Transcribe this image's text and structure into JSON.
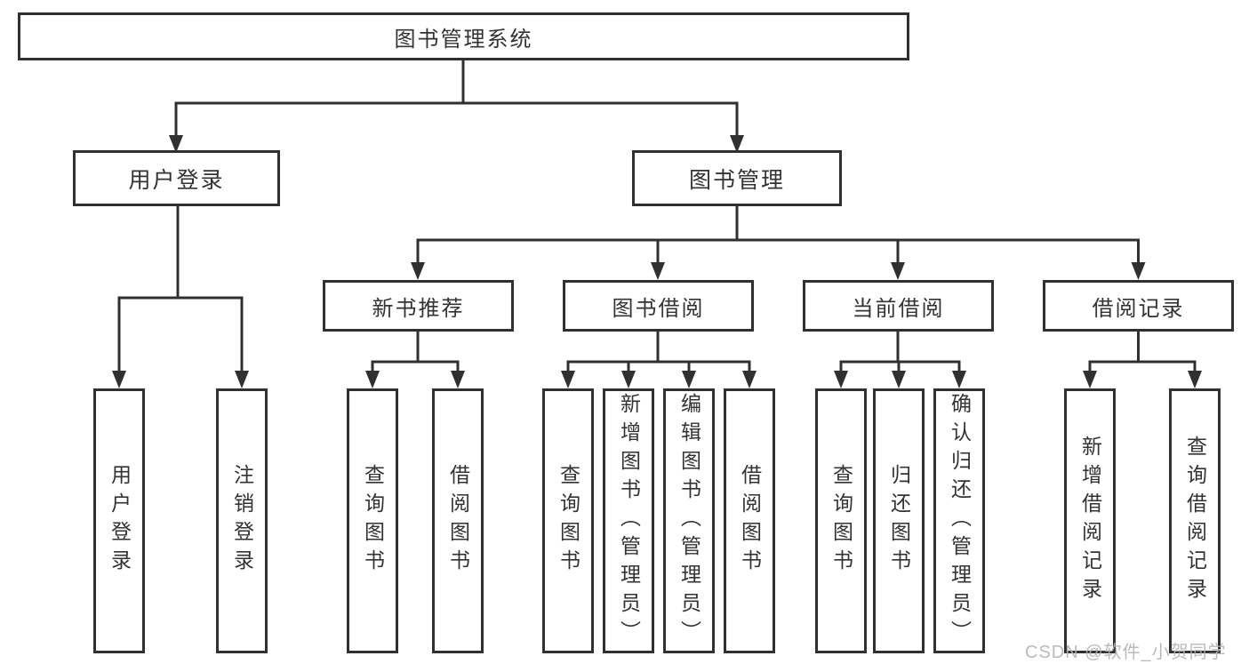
{
  "diagram": {
    "title_node": {
      "label": "图书管理系统"
    },
    "level2": [
      {
        "id": "user-login",
        "label": "用户登录"
      },
      {
        "id": "book-management",
        "label": "图书管理"
      }
    ],
    "level3": [
      {
        "id": "new-book-recommend",
        "label": "新书推荐"
      },
      {
        "id": "book-borrow",
        "label": "图书借阅"
      },
      {
        "id": "current-borrow",
        "label": "当前借阅"
      },
      {
        "id": "borrow-records",
        "label": "借阅记录"
      }
    ],
    "leaves": {
      "user_login": [
        {
          "label": "用户登录"
        },
        {
          "label": "注销登录"
        }
      ],
      "new_books": [
        {
          "label": "查询图书"
        },
        {
          "label": "借阅图书"
        }
      ],
      "book_borrow": [
        {
          "label": "查询图书"
        },
        {
          "label": "新增图书（管理员）"
        },
        {
          "label": "编辑图书（管理员）"
        },
        {
          "label": "借阅图书"
        }
      ],
      "current_borrow": [
        {
          "label": "查询图书"
        },
        {
          "label": "归还图书"
        },
        {
          "label": "确认归还（管理员）"
        }
      ],
      "borrow_records": [
        {
          "label": "新增借阅记录"
        },
        {
          "label": "查询借阅记录"
        }
      ]
    },
    "colors": {
      "line": "#303030",
      "text": "#333333",
      "watermark": "#b2b2b2"
    }
  },
  "watermark": {
    "text": "CSDN @软件_小贺同学"
  }
}
